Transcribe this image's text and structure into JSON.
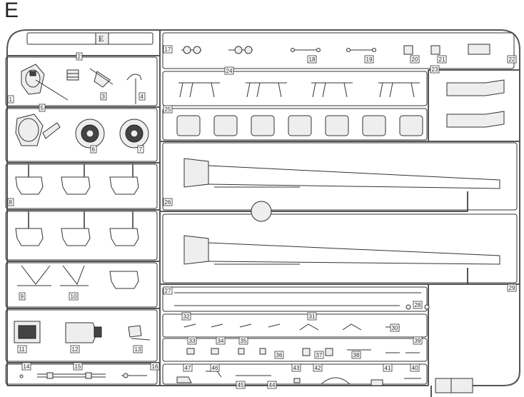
{
  "sprue": {
    "letter": "E",
    "tab_letter": "E"
  },
  "part_labels": [
    "1",
    "2",
    "3",
    "4",
    "5",
    "6",
    "7",
    "8",
    "9",
    "10",
    "11",
    "12",
    "13",
    "14",
    "15",
    "16",
    "17",
    "18",
    "19",
    "20",
    "21",
    "22",
    "23",
    "24",
    "25",
    "26",
    "27",
    "28",
    "29",
    "30",
    "31",
    "32",
    "33",
    "34",
    "35",
    "36",
    "37",
    "38",
    "39",
    "40",
    "41",
    "42",
    "43",
    "44",
    "45",
    "46",
    "47"
  ]
}
